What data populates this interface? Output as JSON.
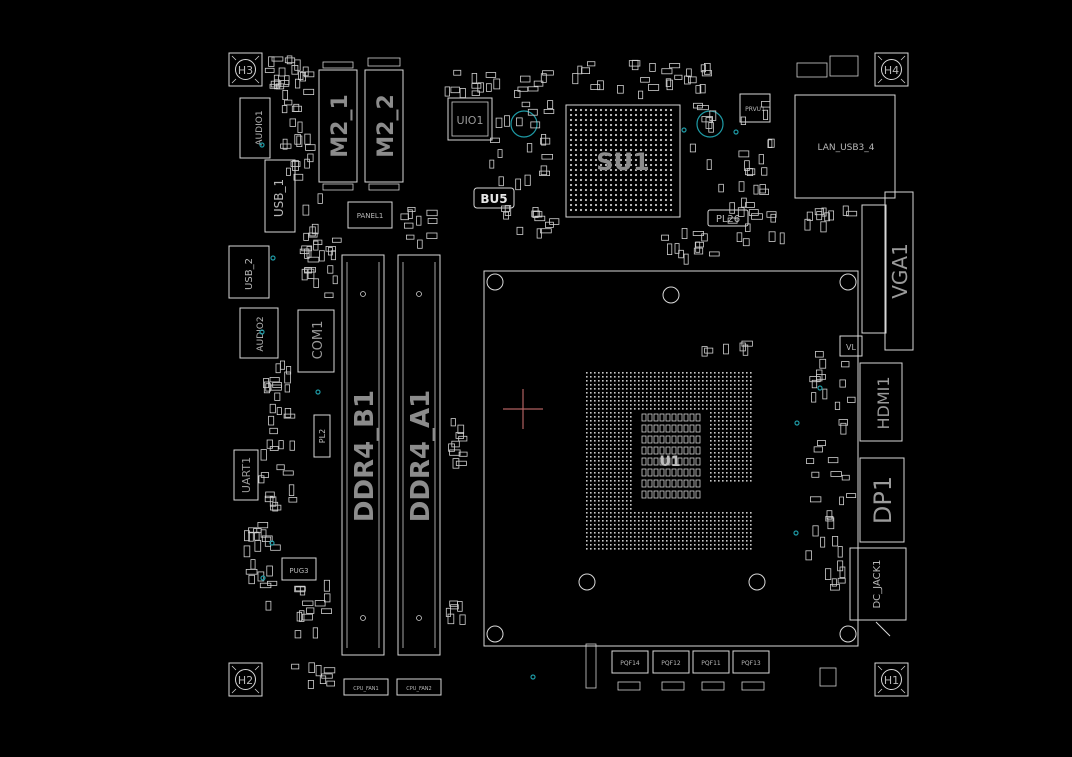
{
  "board": {
    "labels": {
      "mounting": [
        "H3",
        "H4",
        "H2",
        "H1"
      ],
      "m2_1": "M2_1",
      "m2_2": "M2_2",
      "uio": "UIO1",
      "su": "SU1",
      "bus": "BU5",
      "panel": "PANEL1",
      "audio1": "AUDIO1",
      "audio2": "AUDIO2",
      "usb1": "USB_1",
      "usb2": "USB_2",
      "com": "COM1",
      "uart": "UART1",
      "ddr_b1": "DDR4_B1",
      "ddr_a1": "DDR4_A1",
      "lan": "LAN_USB3_4",
      "vga": "VGA1",
      "hdmi": "HDMI1",
      "dp": "DP1",
      "dc_jack": "DC_JACK1",
      "prvu": "PRVU1",
      "pl26": "PL26",
      "pl2": "PL2",
      "pug3": "PUG3",
      "cpu_fan": "CPU_FAN1",
      "cpu_fan2": "CPU_FAN2",
      "vl": "VL",
      "pqf": [
        "PQF14",
        "PQF12",
        "PQF11",
        "PQF13"
      ],
      "socket_center": "U1"
    },
    "colors": {
      "background": "#000000",
      "silkscreen": "#d8d8d8",
      "label_gray": "#8c8c8c",
      "via_teal": "#1e9aa5",
      "cross_marker": "#b06060"
    }
  }
}
